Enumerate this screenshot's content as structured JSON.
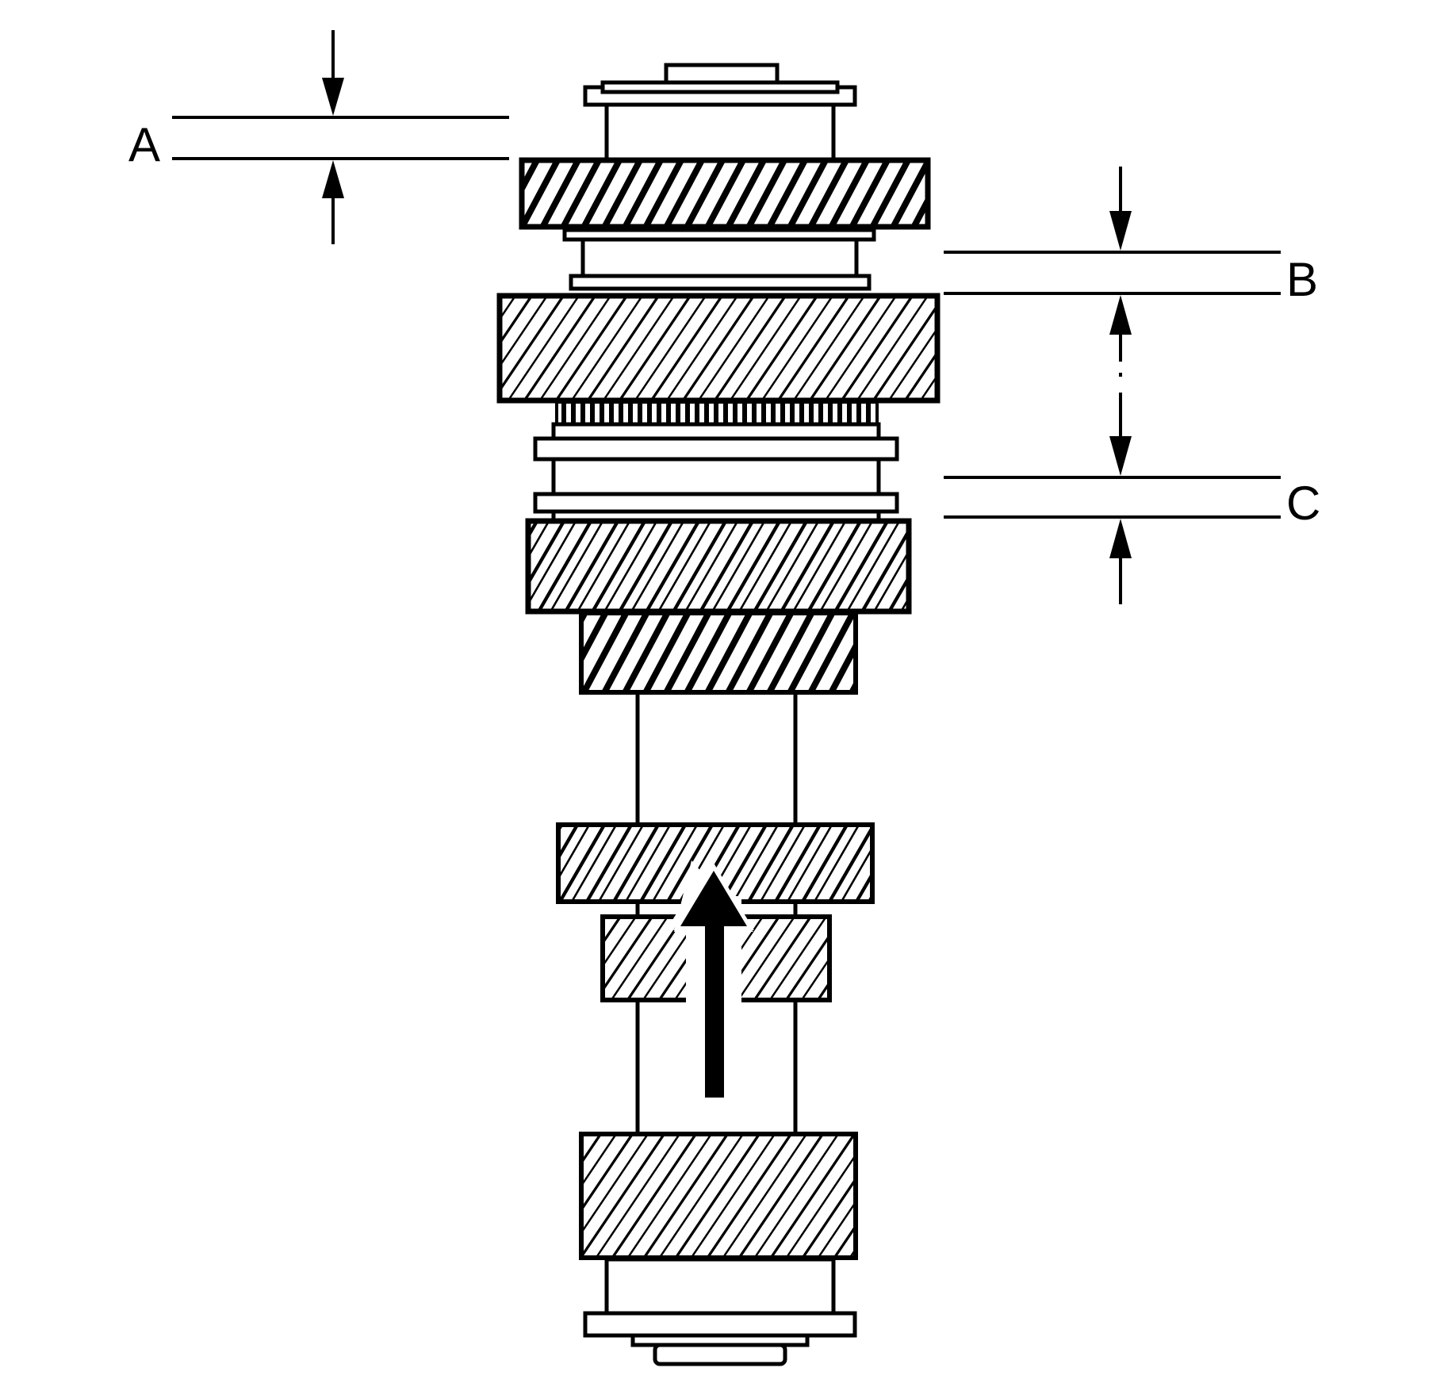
{
  "diagram": {
    "labels": {
      "a": "A",
      "b": "B",
      "c": "C"
    },
    "colors": {
      "ink": "#000000",
      "paper": "#ffffff"
    },
    "icons": {
      "direction_arrow": "up-arrow-icon"
    }
  }
}
